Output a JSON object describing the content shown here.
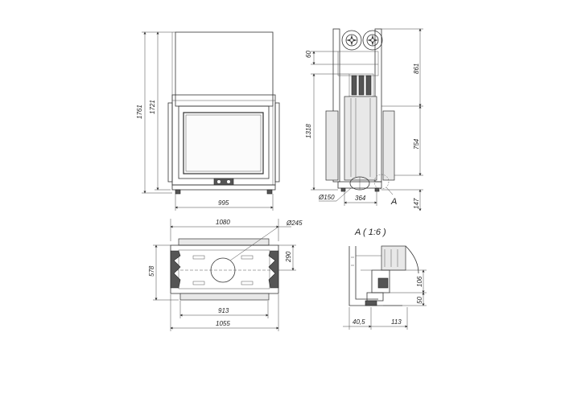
{
  "front_view": {
    "overall_height": "1761",
    "body_height": "1721",
    "width": "995"
  },
  "side_view": {
    "top_offset": "60",
    "upper_height": "861",
    "lower_height": "754",
    "door_height": "1318",
    "flue_diameter": "Ø150",
    "depth": "364",
    "base_height": "147",
    "detail_label": "A"
  },
  "top_view": {
    "overall_width": "1080",
    "depth": "578",
    "flue_diameter": "Ø245",
    "flue_offset": "290",
    "inner_width": "913",
    "body_width": "1055"
  },
  "detail_view": {
    "title": "A ( 1:6 )",
    "height_a": "106",
    "height_b": "50",
    "offset_a": "40,5",
    "offset_b": "113"
  }
}
